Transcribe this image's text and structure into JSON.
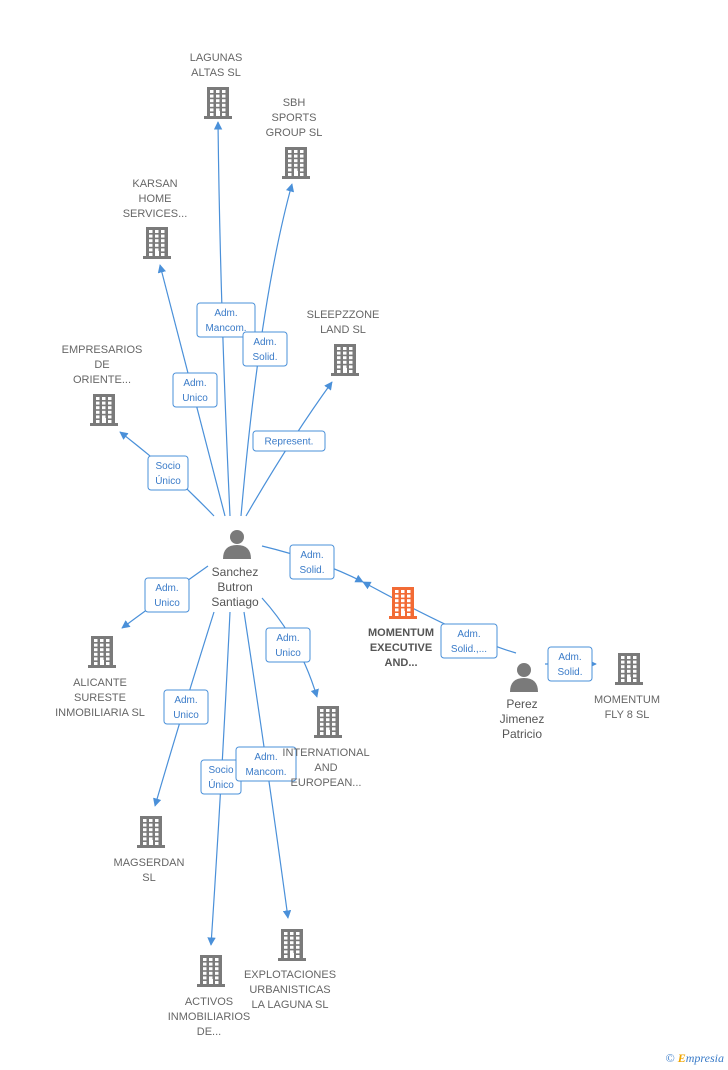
{
  "colors": {
    "building": "#7a7a7a",
    "highlight": "#f26b35",
    "person": "#7a7a7a",
    "edge": "#4a90d9"
  },
  "nodes": [
    {
      "id": "lagunas",
      "kind": "company",
      "lines": [
        "LAGUNAS",
        "ALTAS SL"
      ],
      "bold": false
    },
    {
      "id": "sbh",
      "kind": "company",
      "lines": [
        "SBH",
        "SPORTS",
        "GROUP  SL"
      ],
      "bold": false
    },
    {
      "id": "karsan",
      "kind": "company",
      "lines": [
        "KARSAN",
        "HOME",
        "SERVICES..."
      ],
      "bold": false
    },
    {
      "id": "sleepzzone",
      "kind": "company",
      "lines": [
        "SLEEPZZONE",
        "LAND  SL"
      ],
      "bold": false
    },
    {
      "id": "empresarios",
      "kind": "company",
      "lines": [
        "EMPRESARIOS",
        "DE",
        "ORIENTE..."
      ],
      "bold": false
    },
    {
      "id": "sanchez",
      "kind": "person",
      "lines": [
        "Sanchez",
        "Butron",
        "Santiago"
      ],
      "bold": false
    },
    {
      "id": "momentum_exec",
      "kind": "company",
      "highlight": true,
      "lines": [
        "MOMENTUM",
        "EXECUTIVE",
        "AND..."
      ],
      "bold": true
    },
    {
      "id": "perez",
      "kind": "person",
      "lines": [
        "Perez",
        "Jimenez",
        "Patricio"
      ],
      "bold": false
    },
    {
      "id": "momentum_fly",
      "kind": "company",
      "lines": [
        "MOMENTUM",
        "FLY 8  SL"
      ],
      "bold": false
    },
    {
      "id": "alicante",
      "kind": "company",
      "lines": [
        "ALICANTE",
        "SURESTE",
        "INMOBILIARIA SL"
      ],
      "bold": false
    },
    {
      "id": "international",
      "kind": "company",
      "lines": [
        "INTERNATIONAL",
        "AND",
        "EUROPEAN..."
      ],
      "bold": false
    },
    {
      "id": "magserdan",
      "kind": "company",
      "lines": [
        "MAGSERDAN",
        "SL"
      ],
      "bold": false
    },
    {
      "id": "explotaciones",
      "kind": "company",
      "lines": [
        "EXPLOTACIONES",
        "URBANISTICAS",
        "LA LAGUNA  SL"
      ],
      "bold": false
    },
    {
      "id": "activos",
      "kind": "company",
      "lines": [
        "ACTIVOS",
        "INMOBILIARIOS",
        "DE..."
      ],
      "bold": false
    }
  ],
  "edges": [
    {
      "from": "sanchez",
      "to": "lagunas",
      "label": [
        "Adm.",
        "Mancom."
      ]
    },
    {
      "from": "sanchez",
      "to": "sbh",
      "label": [
        "Adm.",
        "Solid."
      ]
    },
    {
      "from": "sanchez",
      "to": "karsan",
      "label": [
        "Adm.",
        "Unico"
      ]
    },
    {
      "from": "sanchez",
      "to": "sleepzzone",
      "label": [
        "Represent."
      ]
    },
    {
      "from": "sanchez",
      "to": "empresarios",
      "label": [
        "Socio",
        "Único"
      ]
    },
    {
      "from": "sanchez",
      "to": "momentum_exec",
      "label": [
        "Adm.",
        "Solid."
      ]
    },
    {
      "from": "perez",
      "to": "momentum_exec",
      "label": [
        "Adm.",
        "Solid.,..."
      ]
    },
    {
      "from": "perez",
      "to": "momentum_fly",
      "label": [
        "Adm.",
        "Solid."
      ]
    },
    {
      "from": "sanchez",
      "to": "alicante",
      "label": [
        "Adm.",
        "Unico"
      ]
    },
    {
      "from": "sanchez",
      "to": "international",
      "label": [
        "Adm.",
        "Unico"
      ]
    },
    {
      "from": "sanchez",
      "to": "magserdan",
      "label": [
        "Adm.",
        "Unico"
      ]
    },
    {
      "from": "sanchez",
      "to": "activos",
      "label": [
        "Socio",
        "Único"
      ]
    },
    {
      "from": "sanchez",
      "to": "explotaciones",
      "label": [
        "Adm.",
        "Mancom."
      ]
    }
  ],
  "footer": {
    "copyright": "©",
    "brand_initial": "E",
    "brand_rest": "mpresia"
  }
}
